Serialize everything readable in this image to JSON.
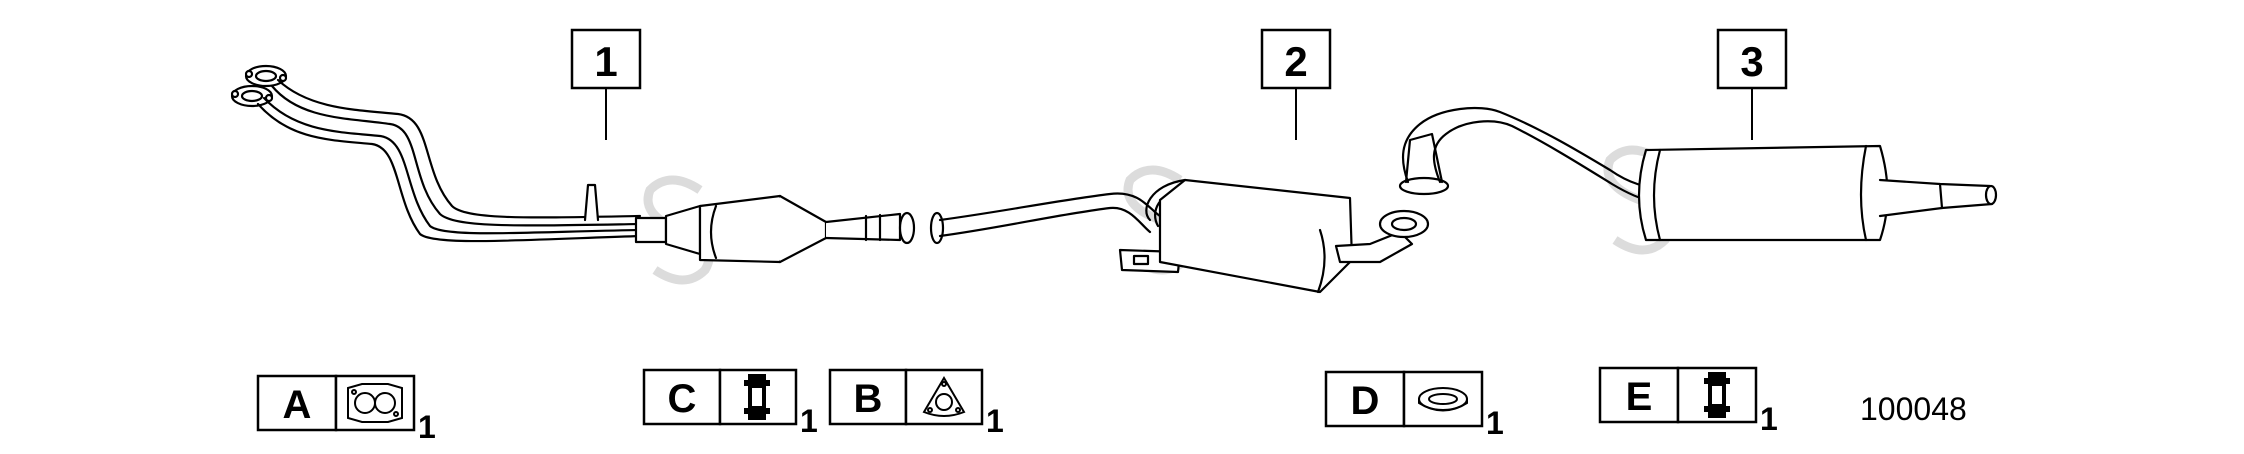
{
  "callouts": [
    {
      "id": "1",
      "label": "1"
    },
    {
      "id": "2",
      "label": "2"
    },
    {
      "id": "3",
      "label": "3"
    }
  ],
  "parts_legend": [
    {
      "letter": "A",
      "icon": "gasket-two-port-icon",
      "qty": "1"
    },
    {
      "letter": "C",
      "icon": "clamp-icon",
      "qty": "1"
    },
    {
      "letter": "B",
      "icon": "gasket-three-bolt-icon",
      "qty": "1"
    },
    {
      "letter": "D",
      "icon": "ring-gasket-icon",
      "qty": "1"
    },
    {
      "letter": "E",
      "icon": "clamp-icon",
      "qty": "1"
    }
  ],
  "diagram_number": "100048",
  "colors": {
    "line": "#000000",
    "watermark": "#d8d8d8",
    "background": "#ffffff"
  }
}
